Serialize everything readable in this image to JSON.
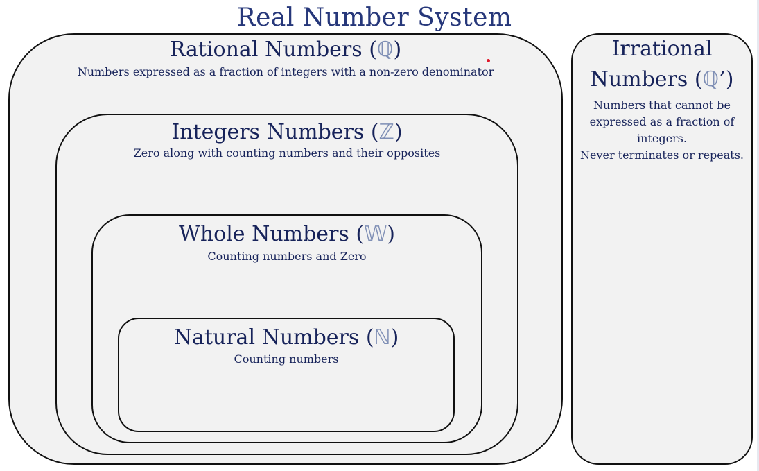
{
  "title": "Real Number System",
  "colors": {
    "box_fill": "#f2f2f2",
    "border": "#111111",
    "text": "#17235a",
    "symbol": "#7f8fb5",
    "dot": "#e0182a"
  },
  "sets": {
    "rational": {
      "name": "Rational Numbers (",
      "symbol": "ℚ",
      "close": ")",
      "description": "Numbers expressed as a fraction of integers with a non-zero denominator"
    },
    "integers": {
      "name": "Integers Numbers (",
      "symbol": "ℤ",
      "close": ")",
      "description": "Zero along with counting numbers and their opposites"
    },
    "whole": {
      "name": "Whole Numbers (",
      "symbol": "𝕎",
      "close": ")",
      "description": "Counting numbers and Zero"
    },
    "natural": {
      "name": "Natural Numbers (",
      "symbol": "ℕ",
      "close": ")",
      "description": "Counting numbers"
    },
    "irrational": {
      "name_line1": "Irrational",
      "name_line2": "Numbers (",
      "symbol": "ℚ",
      "close": "’)",
      "description_lines": [
        "Numbers that cannot be",
        "expressed as a fraction of",
        "integers.",
        "Never terminates or repeats."
      ]
    }
  }
}
